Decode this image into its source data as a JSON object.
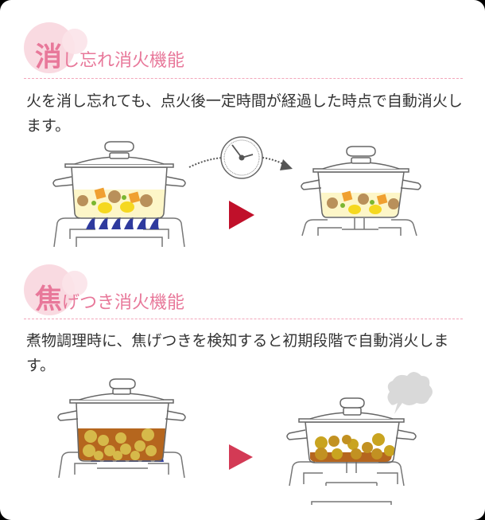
{
  "sections": [
    {
      "title_first_char": "消",
      "title_rest": "し忘れ消火機能",
      "description": "火を消し忘れても、点火後一定時間が経過した時点で自動消火します。",
      "before_state": "pot-on-lit-burner",
      "after_state": "pot-on-extinguished-burner",
      "transition_icon": "clock-icon"
    },
    {
      "title_first_char": "焦",
      "title_rest": "げつき消火機能",
      "description": "煮物調理時に、焦げつきを検知すると初期段階で自動消火します。",
      "before_state": "pot-with-stew-on-lit-burner",
      "after_state": "pot-burnt-with-smoke-extinguished",
      "transition_icon": "smoke-icon"
    }
  ],
  "colors": {
    "title_pink": "#e8789a",
    "arrow_red_1": "#c0102a",
    "arrow_red_2": "#d33a55",
    "flame_blue": "#2e3a9e",
    "broth": "#fdf6c8",
    "stew_broth": "#b5661e",
    "potato": "#d6b94a"
  }
}
